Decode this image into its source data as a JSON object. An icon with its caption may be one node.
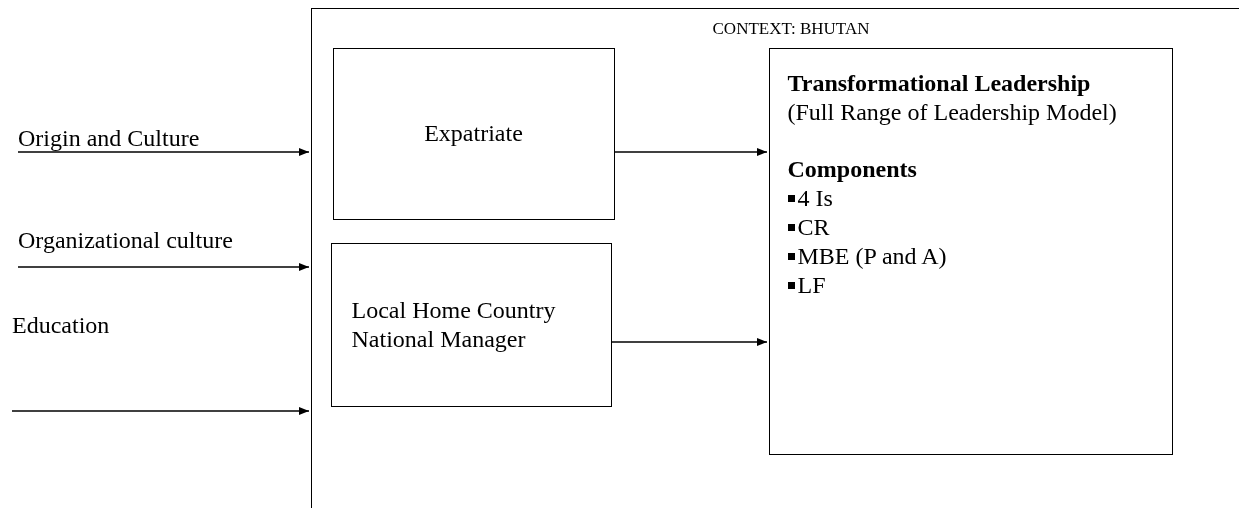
{
  "diagram": {
    "nodes": [
      {
        "text": [
          "CONTEXT: BHUTAN"
        ]
      },
      {
        "text": [
          "Expatriate"
        ],
        "in": 0
      },
      {
        "text": [
          "Local Home Country National Manager"
        ],
        "in": 0
      },
      {
        "text": [
          "Transformational Leadership",
          "(Full Range of Leadership Model)",
          "Components",
          "4 Is",
          "CR",
          "MBE (P and A)",
          "LF"
        ],
        "in": 0
      },
      {
        "text": [
          "Origin and Culture"
        ]
      },
      {
        "text": [
          "Organizational culture"
        ]
      },
      {
        "text": [
          "Education"
        ]
      }
    ],
    "edges": [
      {
        "from": 4,
        "to": 0,
        "arrow": "to"
      },
      {
        "from": 5,
        "to": 0,
        "arrow": "to"
      },
      {
        "from": 6,
        "to": 0,
        "arrow": "to"
      },
      {
        "from": 1,
        "to": 3,
        "arrow": "to"
      },
      {
        "from": 2,
        "to": 3,
        "arrow": "to"
      }
    ]
  }
}
